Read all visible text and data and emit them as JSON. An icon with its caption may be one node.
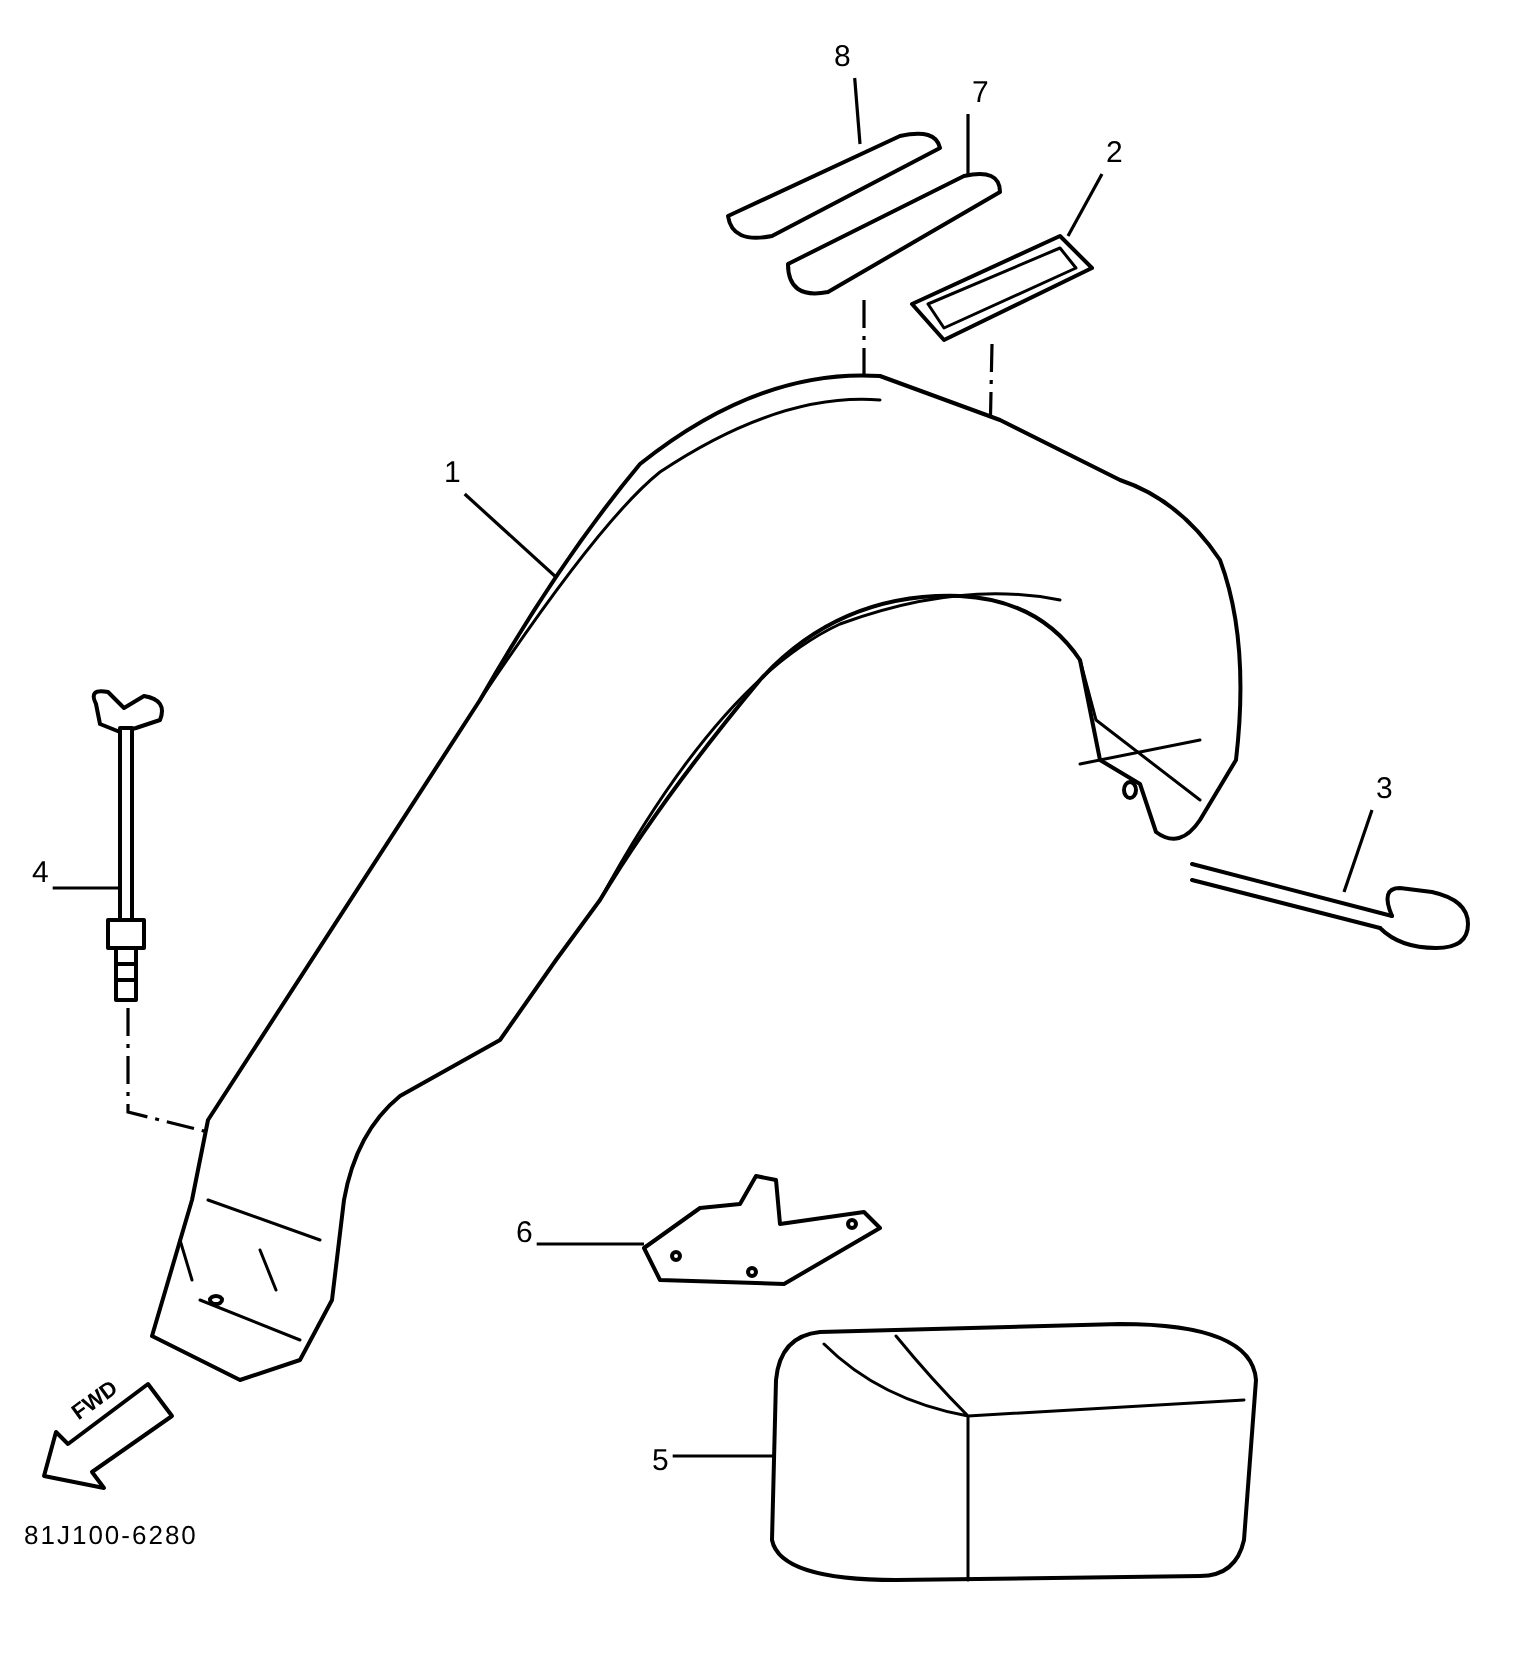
{
  "diagram": {
    "nodes": [
      {
        "text": [
          "8"
        ]
      },
      {
        "text": [],
        "shape": "picture"
      },
      {
        "text": [
          "7"
        ]
      },
      {
        "text": [],
        "shape": "picture"
      },
      {
        "text": [
          "2"
        ]
      },
      {
        "text": [],
        "shape": "picture"
      },
      {
        "text": [
          "1"
        ]
      },
      {
        "text": [],
        "shape": "picture"
      },
      {
        "text": [
          "3"
        ]
      },
      {
        "text": [],
        "shape": "picture"
      },
      {
        "text": [
          "4"
        ]
      },
      {
        "text": [],
        "shape": "picture"
      },
      {
        "text": [
          "6"
        ]
      },
      {
        "text": [],
        "shape": "picture"
      },
      {
        "text": [
          "5"
        ]
      },
      {
        "text": [],
        "shape": "picture"
      }
    ],
    "edges": [
      {
        "from": 0,
        "to": 1,
        "arrow": "none"
      },
      {
        "from": 2,
        "to": 3,
        "arrow": "none"
      },
      {
        "from": 4,
        "to": 5,
        "arrow": "none"
      },
      {
        "from": 6,
        "to": 7,
        "arrow": "none"
      },
      {
        "from": 8,
        "to": 9,
        "arrow": "none"
      },
      {
        "from": 10,
        "to": 11,
        "arrow": "none"
      },
      {
        "from": 12,
        "to": 13,
        "arrow": "none"
      },
      {
        "from": 14,
        "to": 15,
        "arrow": "none"
      },
      {
        "from": 3,
        "to": 7,
        "arrow": "none",
        "style": "dashed"
      },
      {
        "from": 5,
        "to": 7,
        "arrow": "none",
        "style": "dashed"
      },
      {
        "from": 11,
        "to": 7,
        "arrow": "none",
        "style": "dashed"
      }
    ],
    "labels": [
      "FWD",
      "81J100-6280"
    ]
  }
}
